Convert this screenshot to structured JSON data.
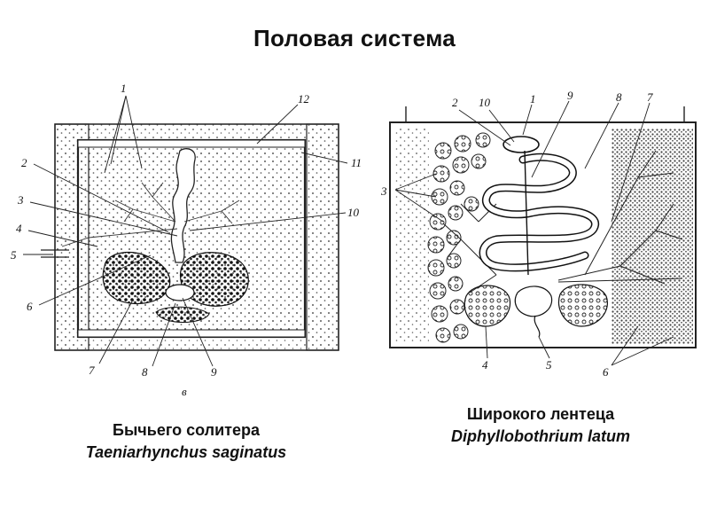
{
  "title": "Половая система",
  "left_figure": {
    "letter": "в",
    "labels": [
      "1",
      "2",
      "3",
      "4",
      "5",
      "6",
      "7",
      "8",
      "9",
      "10",
      "11",
      "12"
    ],
    "caption_name": "Бычьего солитера",
    "caption_latin": "Taeniarhynchus saginatus"
  },
  "right_figure": {
    "labels": [
      "1",
      "2",
      "3",
      "4",
      "5",
      "6",
      "7",
      "8",
      "9",
      "10"
    ],
    "caption_name": "Широкого лентеца",
    "caption_latin": "Diphyllobothrium latum"
  }
}
